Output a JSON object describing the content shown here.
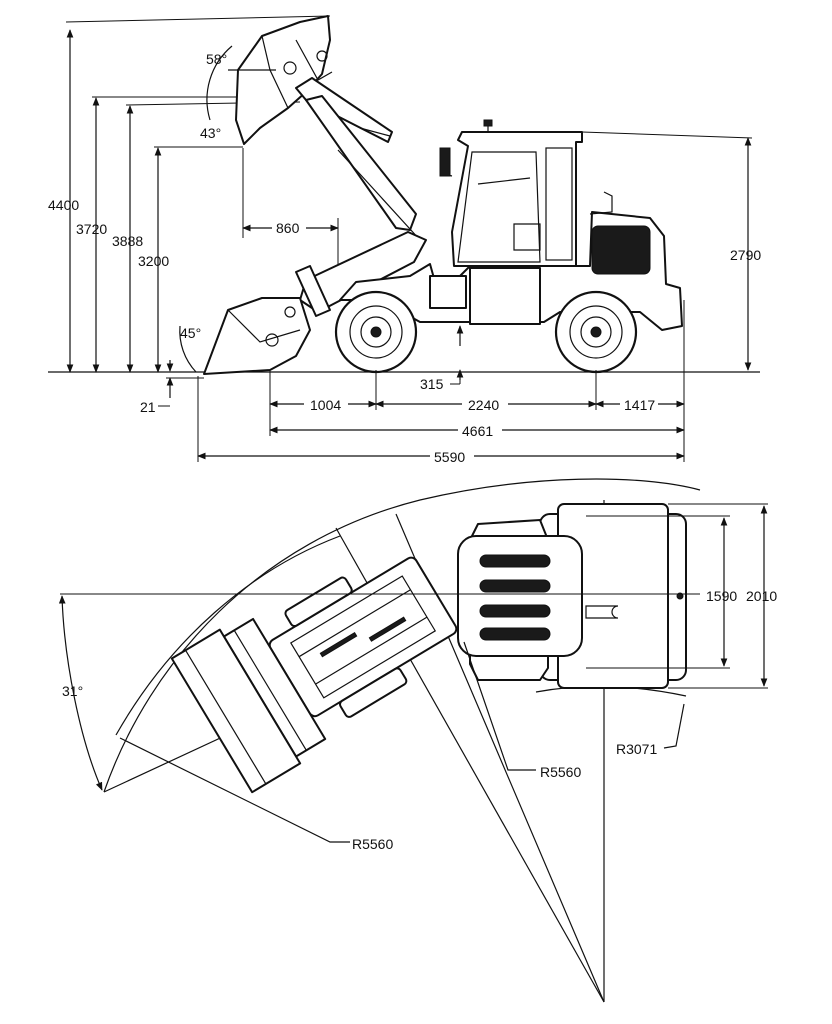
{
  "side_view": {
    "heights": {
      "h_max": "4400",
      "h_pin": "3720",
      "h_pin2": "3888",
      "h_dump": "3200",
      "h_cab": "2790"
    },
    "dig_depth": "21",
    "ground_clearance": "315",
    "dump_reach": "860",
    "angles": {
      "rollback_top": "58°",
      "dump": "43°",
      "rollback_ground": "45°"
    },
    "lengths": {
      "front_overhang": "1004",
      "wheelbase": "2240",
      "rear_overhang": "1417",
      "length_no_bucket": "4661",
      "length_total": "5590"
    }
  },
  "top_view": {
    "track_width": "1590",
    "overall_width": "2010",
    "articulation_angle": "31°",
    "outer_radius_bucket": "R5560",
    "outer_radius_body": "R5560",
    "inner_radius": "R3071"
  }
}
